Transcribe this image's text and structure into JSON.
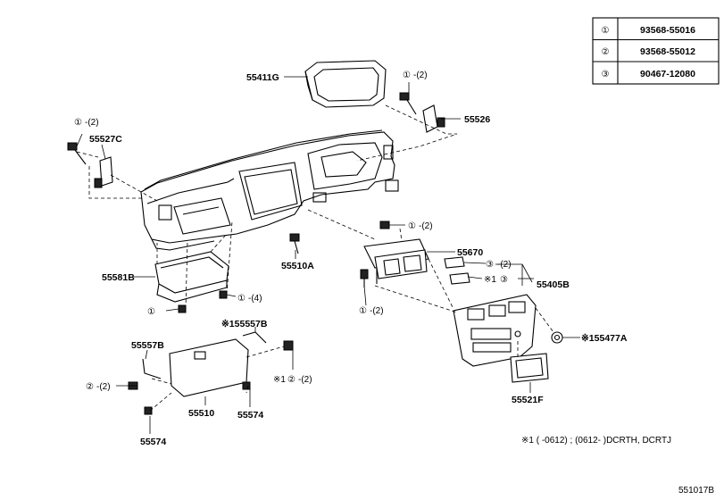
{
  "legend": [
    {
      "symbol": "①",
      "part": "93568-55016"
    },
    {
      "symbol": "②",
      "part": "93568-55012"
    },
    {
      "symbol": "③",
      "part": "90467-12080"
    }
  ],
  "labels": {
    "p55411G": "55411G",
    "p55526": "55526",
    "p55527C": "55527C",
    "p55670": "55670",
    "p55405B": "55405B",
    "p55581B": "55581B",
    "p55510A": "55510A",
    "p55557B": "55557B",
    "p155557B": "※155557B",
    "p155477A": "※155477A",
    "p55510": "55510",
    "p55574a": "55574",
    "p55574b": "55574",
    "p55521F": "55521F"
  },
  "callouts": {
    "c1_2_top": "-(2)",
    "c1_2_left": "-(2)",
    "c1_2_vent": "-(2)",
    "c1_2_bottom": "-(2)",
    "c1_4": "-(4)",
    "c3_2": "-(2)",
    "c2_2": "-(2)",
    "x1_3": "※1",
    "x1_2": "※1",
    "x1_2b": "-(2)"
  },
  "symbols": {
    "one": "①",
    "two": "②",
    "three": "③"
  },
  "footnote": "※1 (      -0612) ; (0612-        )DCRTH, DCRTJ",
  "diagram_code": "551017B"
}
